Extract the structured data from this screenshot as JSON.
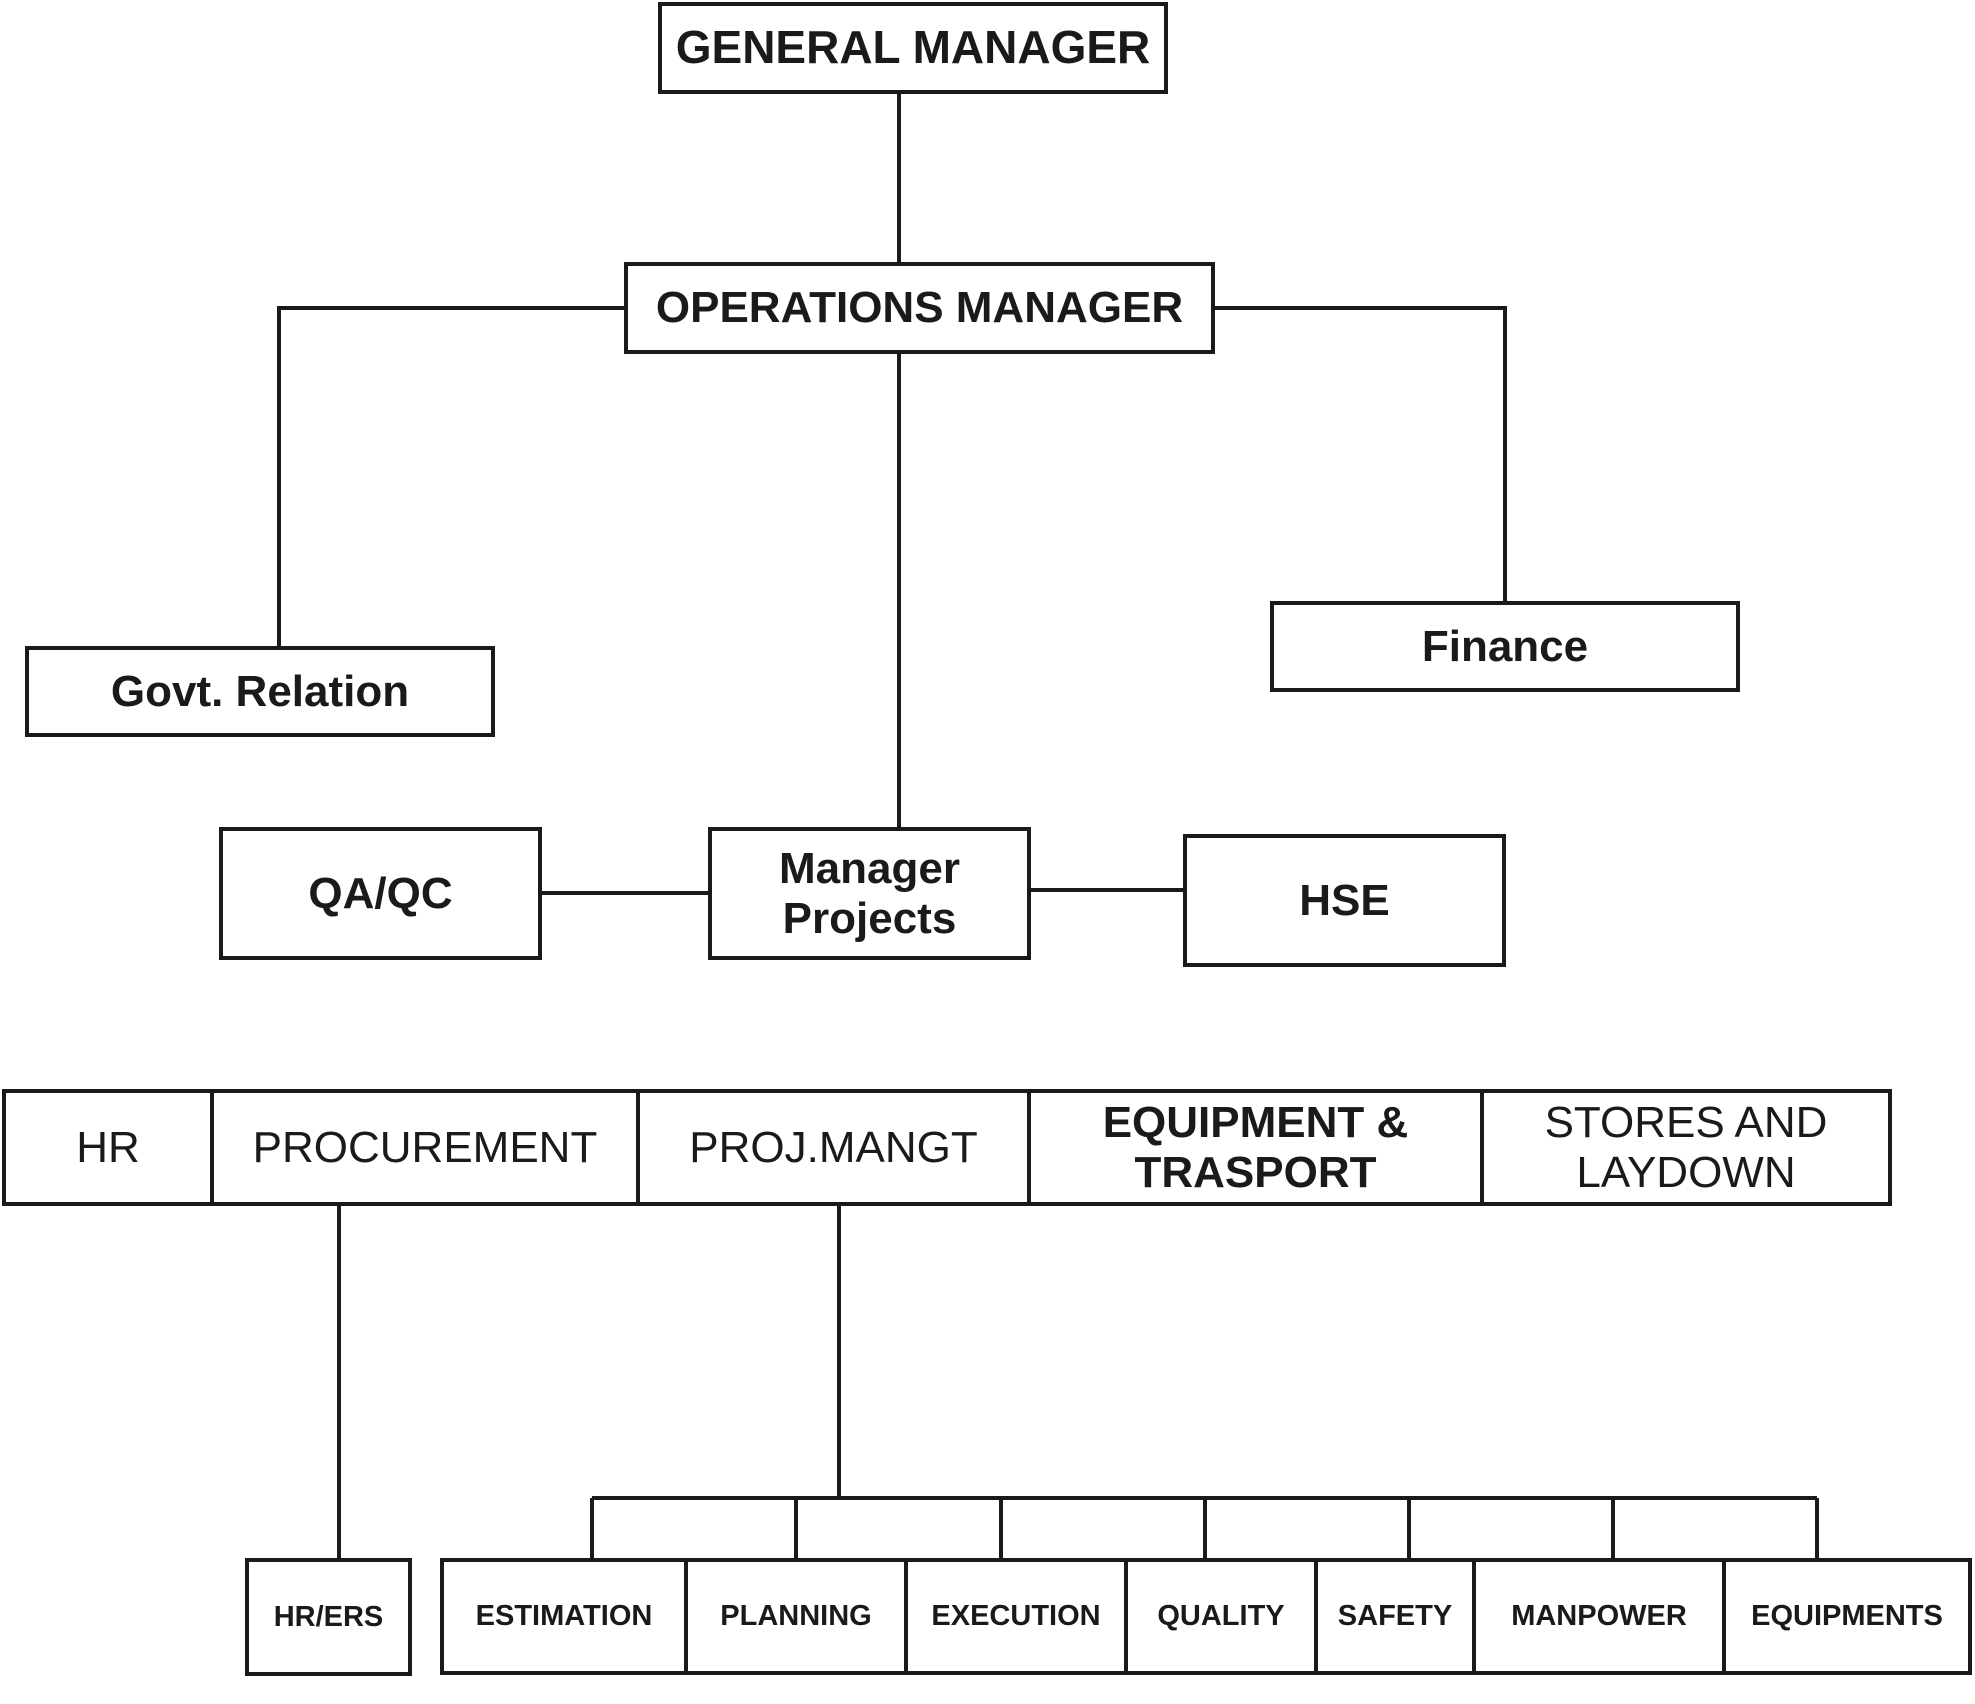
{
  "nodes": {
    "general_manager": "GENERAL MANAGER",
    "operations_manager": "OPERATIONS MANAGER",
    "govt_relation": "Govt. Relation",
    "finance": "Finance",
    "qa_qc": "QA/QC",
    "manager_projects_line1": "Manager",
    "manager_projects_line2": "Projects",
    "hse": "HSE"
  },
  "departments": {
    "hr": "HR",
    "procurement": "PROCUREMENT",
    "proj_mangt": "PROJ.MANGT",
    "equipment_line1": "EQUIPMENT &",
    "equipment_line2": "TRASPORT",
    "stores_line1": "STORES AND",
    "stores_line2": "LAYDOWN"
  },
  "sub_units": {
    "hr_ers": "HR/ERS",
    "estimation": "ESTIMATION",
    "planning": "PLANNING",
    "execution": "EXECUTION",
    "quality": "QUALITY",
    "safety": "SAFETY",
    "manpower": "MANPOWER",
    "equipments": "EQUIPMENTS"
  },
  "colors": {
    "line": "#1a1a1a",
    "background": "#ffffff"
  }
}
